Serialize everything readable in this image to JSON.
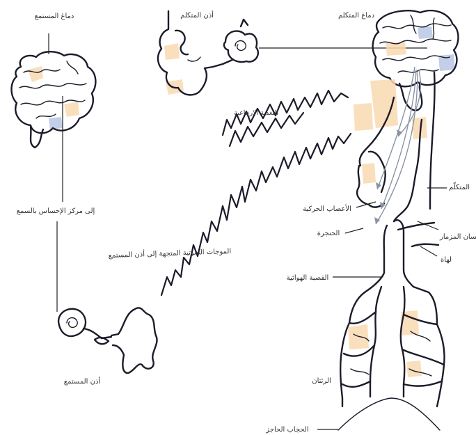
{
  "colors": {
    "ink": "#1b1b2a",
    "skin_tint": "#f9d9b0",
    "brain_tint_blue": "#b9c6e4",
    "nerve_gray": "#8b93a3",
    "background": "#ffffff"
  },
  "labels": {
    "listener_brain": "دماغ المستمع",
    "to_hearing_center": "إلى مركز الإحساس بالسمع",
    "listener_ear": "أذن المستمع",
    "sound_waves": "الموجات الصوتية المتجهة إلى أذن المستمع",
    "feedback": "التغذية الإرجاعية",
    "speaker_ear": "أذن المتكلم",
    "speaker_brain": "دماغ المتكلم",
    "speaker": "المتكلّم",
    "motor_nerves": "الأعصاب الحركية",
    "larynx": "الحنجرة",
    "tongue": "لسان المزمار",
    "small": "لهاة",
    "trachea": "القصبة الهوائية",
    "lungs": "الرئتان",
    "diaphragm": "الحجاب الحاجز"
  }
}
